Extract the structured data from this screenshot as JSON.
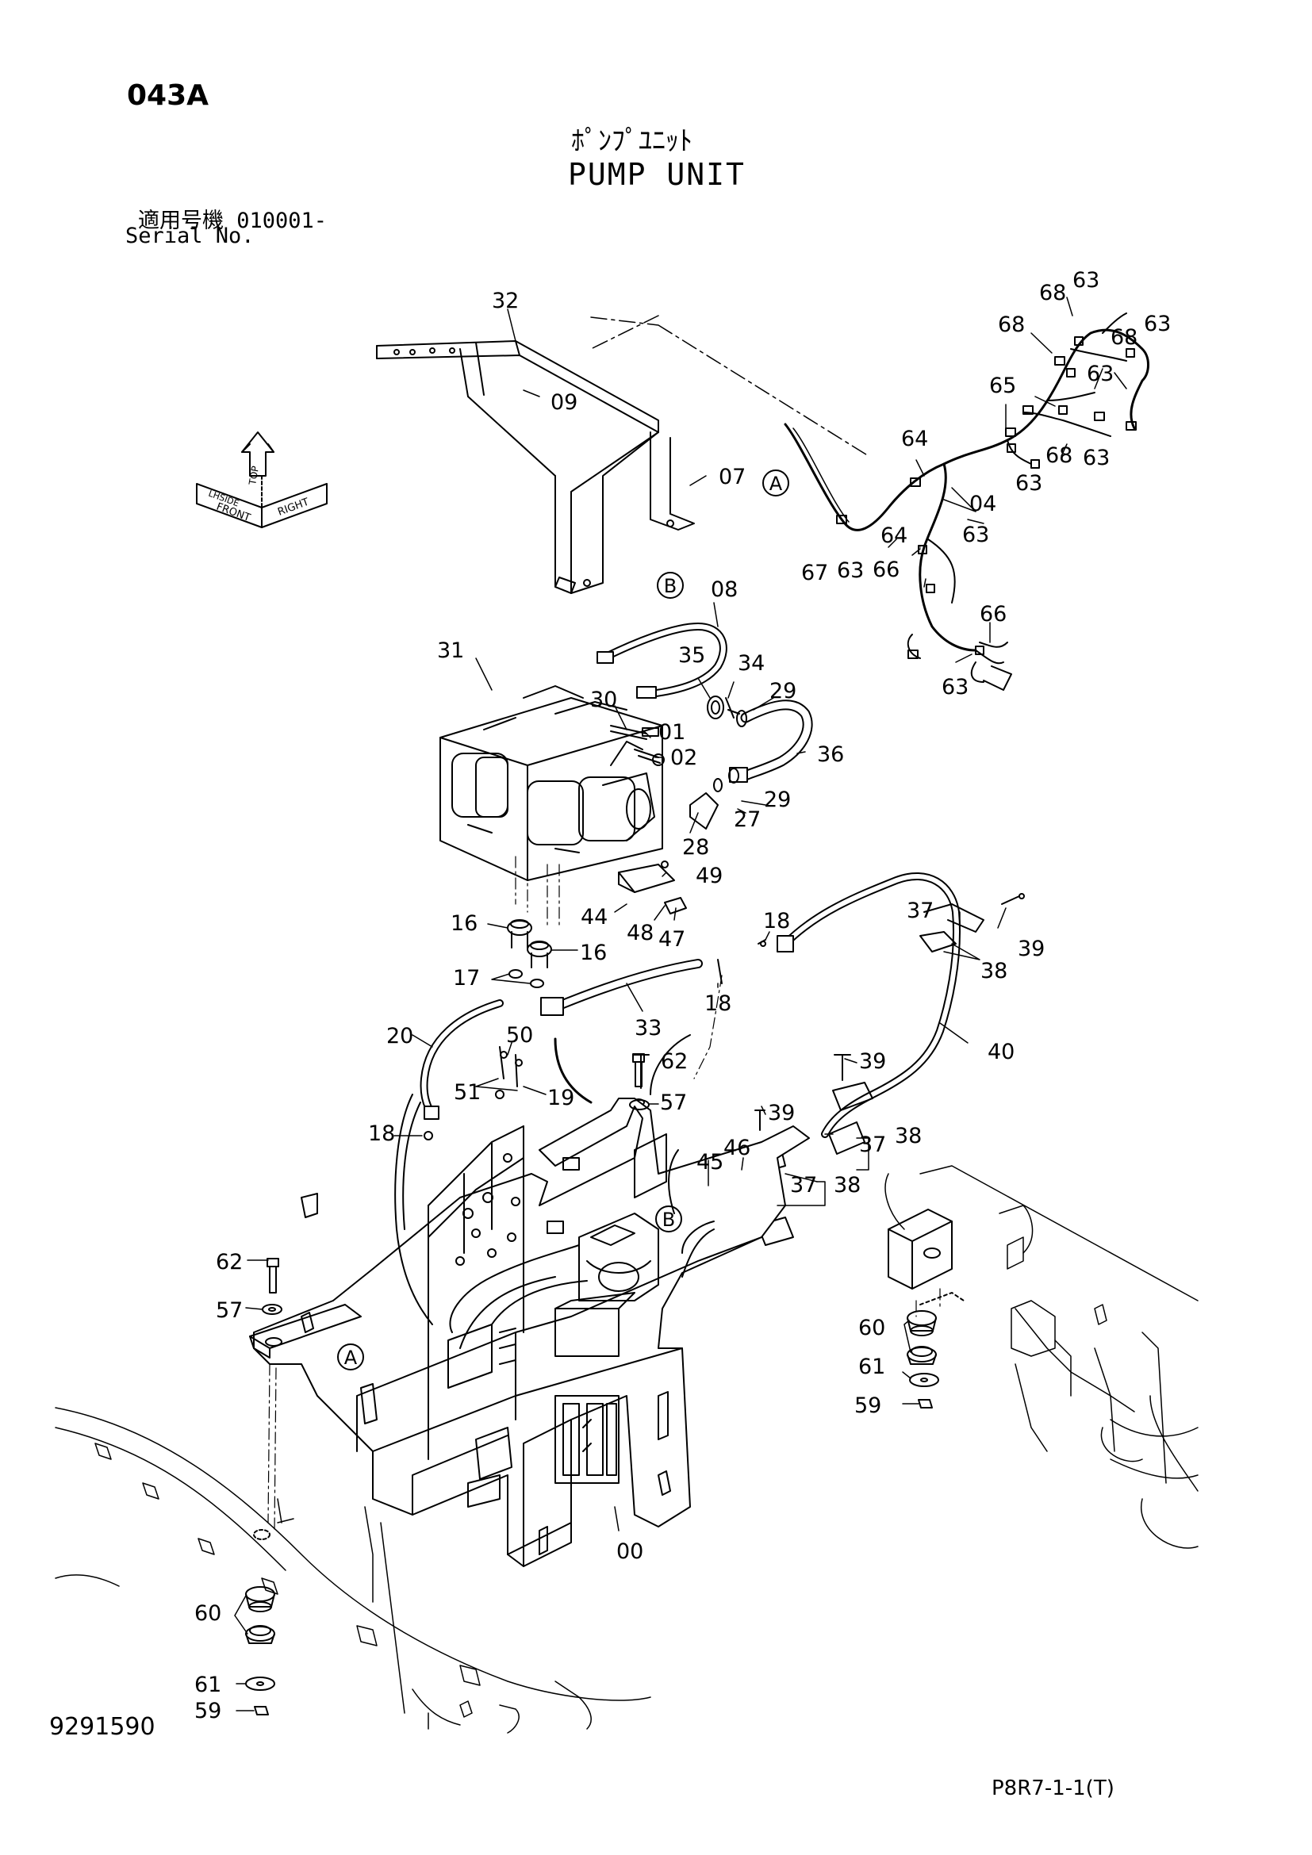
{
  "header": {
    "page_code": "043A",
    "title_jp": "ﾎﾟﾝﾌﾟﾕﾆｯﾄ",
    "title_en": "PUMP UNIT",
    "serial_jp": "適用号機 010001-",
    "serial_en": "Serial No."
  },
  "footer": {
    "doc_number": "9291590",
    "ref_code": "P8R7-1-1(T)"
  },
  "orientation": {
    "top": "TOP",
    "front": "FRONT",
    "right": "RIGHT",
    "side": "LHSIDE"
  },
  "callouts": [
    {
      "id": "c32",
      "text": "32"
    },
    {
      "id": "c09",
      "text": "09"
    },
    {
      "id": "c07",
      "text": "07"
    },
    {
      "id": "c68a",
      "text": "68"
    },
    {
      "id": "c63a",
      "text": "63"
    },
    {
      "id": "c68b",
      "text": "68"
    },
    {
      "id": "c68c",
      "text": "68"
    },
    {
      "id": "c63b",
      "text": "63"
    },
    {
      "id": "c63c",
      "text": "63"
    },
    {
      "id": "c65",
      "text": "65"
    },
    {
      "id": "c68d",
      "text": "68"
    },
    {
      "id": "c63d",
      "text": "63"
    },
    {
      "id": "c64a",
      "text": "64"
    },
    {
      "id": "c63e",
      "text": "63"
    },
    {
      "id": "c04",
      "text": "04"
    },
    {
      "id": "c64b",
      "text": "64"
    },
    {
      "id": "c63f",
      "text": "63"
    },
    {
      "id": "c67",
      "text": "67"
    },
    {
      "id": "c63g",
      "text": "63"
    },
    {
      "id": "c66a",
      "text": "66"
    },
    {
      "id": "c66b",
      "text": "66"
    },
    {
      "id": "c63h",
      "text": "63"
    },
    {
      "id": "c08",
      "text": "08"
    },
    {
      "id": "c31",
      "text": "31"
    },
    {
      "id": "c35",
      "text": "35"
    },
    {
      "id": "c34",
      "text": "34"
    },
    {
      "id": "c29a",
      "text": "29"
    },
    {
      "id": "c30",
      "text": "30"
    },
    {
      "id": "c01",
      "text": "01"
    },
    {
      "id": "c02",
      "text": "02"
    },
    {
      "id": "c36",
      "text": "36"
    },
    {
      "id": "c29b",
      "text": "29"
    },
    {
      "id": "c27",
      "text": "27"
    },
    {
      "id": "c28",
      "text": "28"
    },
    {
      "id": "c49",
      "text": "49"
    },
    {
      "id": "c44",
      "text": "44"
    },
    {
      "id": "c48",
      "text": "48"
    },
    {
      "id": "c47",
      "text": "47"
    },
    {
      "id": "c18a",
      "text": "18"
    },
    {
      "id": "c16a",
      "text": "16"
    },
    {
      "id": "c16b",
      "text": "16"
    },
    {
      "id": "c17",
      "text": "17"
    },
    {
      "id": "c18b",
      "text": "18"
    },
    {
      "id": "c37a",
      "text": "37"
    },
    {
      "id": "c39a",
      "text": "39"
    },
    {
      "id": "c38a",
      "text": "38"
    },
    {
      "id": "c33",
      "text": "33"
    },
    {
      "id": "c40",
      "text": "40"
    },
    {
      "id": "c20",
      "text": "20"
    },
    {
      "id": "c50",
      "text": "50"
    },
    {
      "id": "c62a",
      "text": "62"
    },
    {
      "id": "c51",
      "text": "51"
    },
    {
      "id": "c19",
      "text": "19"
    },
    {
      "id": "c39b",
      "text": "39"
    },
    {
      "id": "c57a",
      "text": "57"
    },
    {
      "id": "c39c",
      "text": "39"
    },
    {
      "id": "c18c",
      "text": "18"
    },
    {
      "id": "c38b",
      "text": "38"
    },
    {
      "id": "c37b",
      "text": "37"
    },
    {
      "id": "c45",
      "text": "45"
    },
    {
      "id": "c46",
      "text": "46"
    },
    {
      "id": "c37c",
      "text": "37"
    },
    {
      "id": "c38c",
      "text": "38"
    },
    {
      "id": "c62b",
      "text": "62"
    },
    {
      "id": "c57b",
      "text": "57"
    },
    {
      "id": "c60a",
      "text": "60"
    },
    {
      "id": "c61a",
      "text": "61"
    },
    {
      "id": "c59a",
      "text": "59"
    },
    {
      "id": "c00",
      "text": "00"
    },
    {
      "id": "c60b",
      "text": "60"
    },
    {
      "id": "c61b",
      "text": "61"
    },
    {
      "id": "c59b",
      "text": "59"
    }
  ],
  "markers": [
    {
      "id": "mA1",
      "text": "A"
    },
    {
      "id": "mB1",
      "text": "B"
    },
    {
      "id": "mB2",
      "text": "B"
    },
    {
      "id": "mA2",
      "text": "A"
    }
  ]
}
